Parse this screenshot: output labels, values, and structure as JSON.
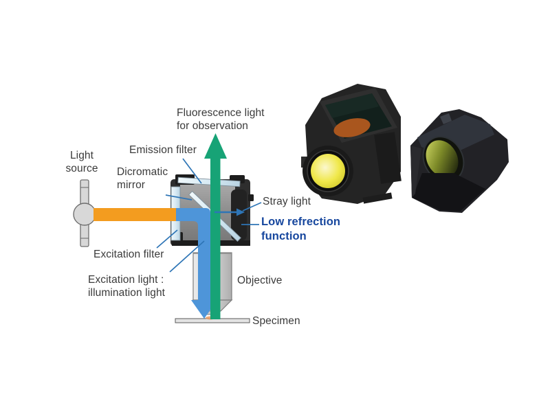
{
  "diagram": {
    "labels": {
      "fluorescence": "Fluorescence light\nfor observation",
      "light_source": "Light\nsource",
      "emission_filter": "Emission filter",
      "dicromatic_mirror": "Dicromatic\nmirror",
      "stray_light": "Stray light",
      "low_refrection": "Low refrection\nfunction",
      "excitation_filter": "Excitation filter",
      "excitation_light": "Excitation light :\nillumination light",
      "objective": "Objective",
      "specimen": "Specimen"
    },
    "colors": {
      "excitation_beam_orange": "#F39C1F",
      "illumination_beam_blue": "#4E95D9",
      "fluorescence_beam_green": "#17A376",
      "leader_line_blue": "#2E75B6",
      "accent_text_navy": "#17479E",
      "label_text_gray": "#3A3A3A"
    }
  }
}
